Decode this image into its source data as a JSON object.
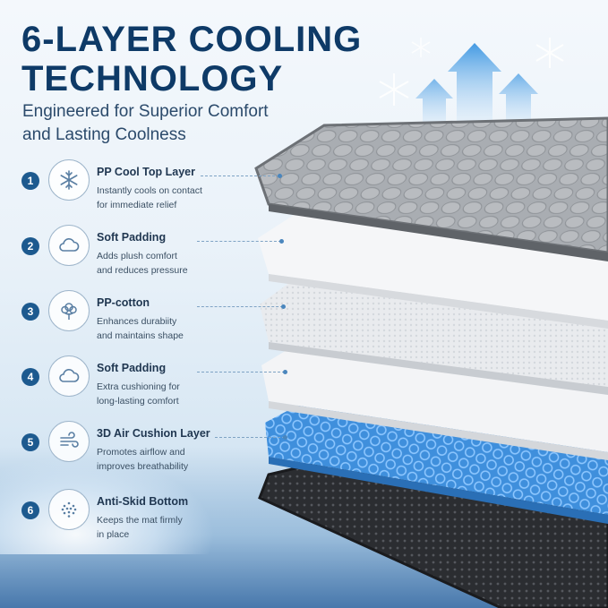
{
  "headline": {
    "line1": "6-LAYER COOLING",
    "line2": "TECHNOLOGY"
  },
  "subheadline": {
    "line1": "Engineered for Superior Comfort",
    "line2": "and Lasting Coolness"
  },
  "colors": {
    "title": "#0e3a67",
    "badge": "#1d5a8f",
    "icon_stroke": "#5a7fa3",
    "top_layer": "#a9adb2",
    "padding_layer": "#f3f4f6",
    "cotton_layer": "#e9ebee",
    "air_layer": "#3f8fdc",
    "bottom_layer": "#2b2d31"
  },
  "features": [
    {
      "number": "1",
      "title": "PP Cool Top Layer",
      "desc1": "Instantly cools on contact",
      "desc2": "for immediate relief",
      "icon": "snowflake-icon"
    },
    {
      "number": "2",
      "title": "Soft Padding",
      "desc1": "Adds plush comfort",
      "desc2": "and reduces pressure",
      "icon": "cloud-icon"
    },
    {
      "number": "3",
      "title": "PP-cotton",
      "desc1": "Enhances durabiity",
      "desc2": "and maintains shape",
      "icon": "cotton-icon"
    },
    {
      "number": "4",
      "title": "Soft Padding",
      "desc1": "Extra cushioning for",
      "desc2": "long-lasting comfort",
      "icon": "cloud-icon"
    },
    {
      "number": "5",
      "title": "3D Air Cushion Layer",
      "desc1": "Promotes airflow and",
      "desc2": "improves breathability",
      "icon": "airflow-icon"
    },
    {
      "number": "6",
      "title": "Anti-Skid Bottom",
      "desc1": "Keeps the mat firmly",
      "desc2": "in place",
      "icon": "dots-grip-icon"
    }
  ]
}
